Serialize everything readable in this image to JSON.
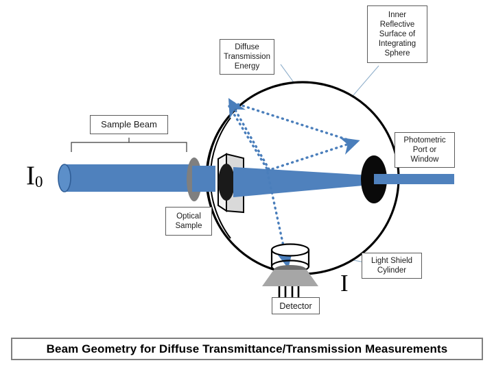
{
  "figure": {
    "title_banner": "Beam Geometry for Diffuse Transmittance/Transmission Measurements",
    "symbols": {
      "incident": "I",
      "incident_subscript": "0",
      "transmitted": "I"
    },
    "labels": {
      "sample_beam": "Sample Beam",
      "optical_sample": "Optical\nSample",
      "diffuse_transmission_energy": "Diffuse\nTransmission\nEnergy",
      "inner_reflective_surface": "Inner\nReflective\nSurface of\nIntegrating\nSphere",
      "photometric_port": "Photometric\nPort or\nWindow",
      "light_shield_cylinder": "Light Shield\nCylinder",
      "detector": "Detector"
    },
    "colors": {
      "beam_blue": "#4F81BD",
      "beam_blue_dark": "#3E6FA8",
      "ray_dotted_blue": "#4A7EBB",
      "sphere_outline": "#000000",
      "leader_line": "#8FAFCB",
      "sample_plate": "#D9D9D9",
      "detector_body": "#A6A6A6",
      "detector_top": "#7F7F7F",
      "port_black": "#0A0A0A",
      "aperture_gray": "#7F7F7F",
      "box_border": "#5A5A5A",
      "banner_border": "#7F7F7F",
      "background": "#FFFFFF"
    }
  }
}
